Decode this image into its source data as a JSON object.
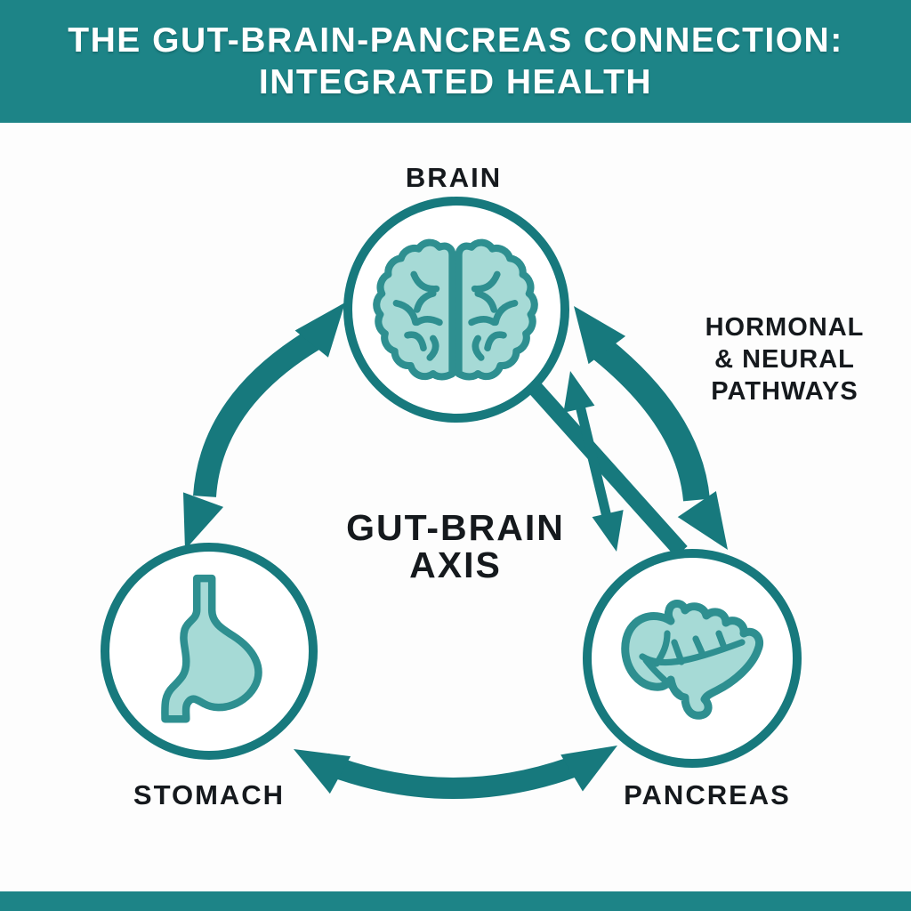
{
  "header": {
    "line1": "THE GUT-BRAIN-PANCREAS CONNECTION:",
    "line2": "INTEGRATED HEALTH"
  },
  "diagram": {
    "nodes": [
      {
        "id": "brain",
        "label": "BRAIN",
        "icon": "brain-icon"
      },
      {
        "id": "stomach",
        "label": "STOMACH",
        "icon": "stomach-icon"
      },
      {
        "id": "pancreas",
        "label": "PANCREAS",
        "icon": "pancreas-icon"
      }
    ],
    "center_label": {
      "line1": "GUT-BRAIN",
      "line2": "AXIS"
    },
    "pathways_label": {
      "line1": "HORMONAL",
      "line2": "& NEURAL",
      "line3": "PATHWAYS"
    },
    "connections": [
      {
        "from": "brain",
        "to": "stomach",
        "style": "curved-double-arrow"
      },
      {
        "from": "stomach",
        "to": "pancreas",
        "style": "curved-double-arrow"
      },
      {
        "from": "brain",
        "to": "pancreas",
        "style": "curved-double-arrow"
      },
      {
        "from": "brain",
        "to": "pancreas",
        "style": "thin-double-arrow"
      },
      {
        "from": "brain",
        "to": "pancreas",
        "style": "thick-line"
      }
    ]
  },
  "colors": {
    "header_teal": "#1d8487",
    "arrow_teal": "#17797d",
    "icon_fill": "#a6dad6",
    "icon_stroke": "#2e8f90",
    "text_dark": "#15191d",
    "page_bg": "#fdfdfd"
  }
}
